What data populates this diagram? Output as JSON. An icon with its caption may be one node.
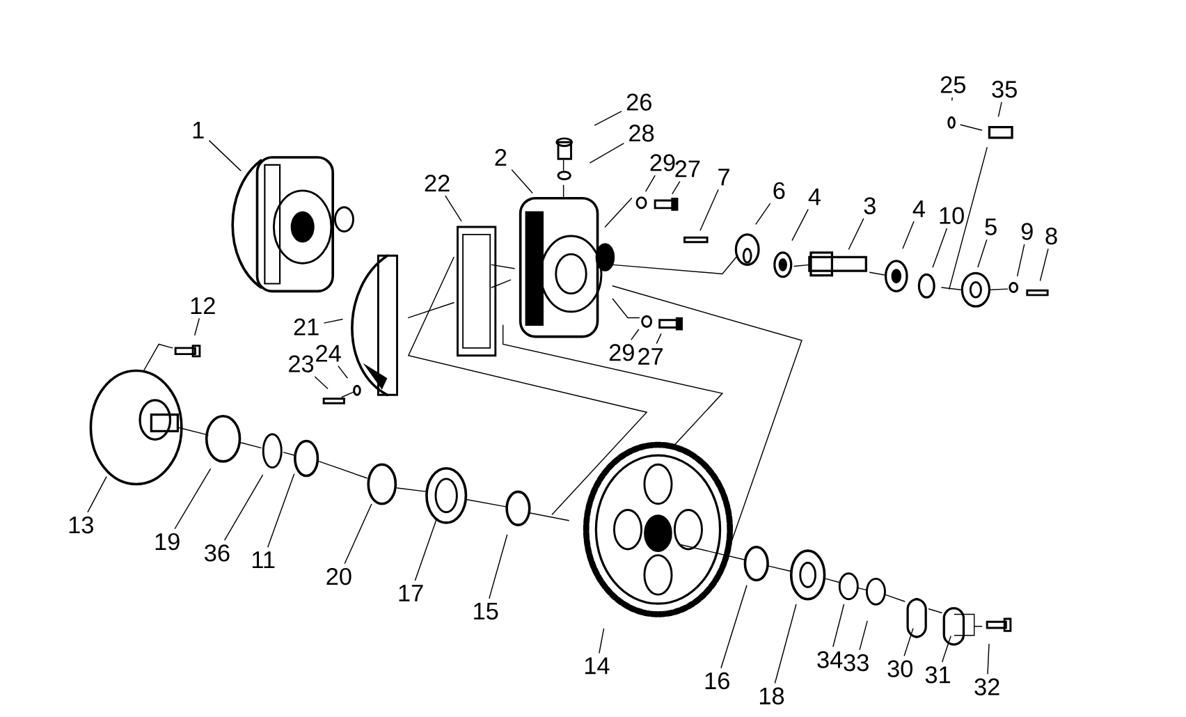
{
  "diagram": {
    "nodes": [
      {
        "text": [
          "25"
        ]
      },
      {
        "text": [
          "35"
        ]
      },
      {
        "text": [
          "26"
        ]
      },
      {
        "text": [
          "28"
        ]
      },
      {
        "text": [
          "1"
        ]
      },
      {
        "text": [
          "29"
        ]
      },
      {
        "text": [
          "27"
        ]
      },
      {
        "text": [
          "22"
        ]
      },
      {
        "text": [
          "2"
        ]
      },
      {
        "text": [
          "7"
        ]
      },
      {
        "text": [
          "6"
        ]
      },
      {
        "text": [
          "4"
        ]
      },
      {
        "text": [
          "3"
        ]
      },
      {
        "text": [
          "4"
        ]
      },
      {
        "text": [
          "10"
        ]
      },
      {
        "text": [
          "5"
        ]
      },
      {
        "text": [
          "9"
        ]
      },
      {
        "text": [
          "8"
        ]
      },
      {
        "text": [
          "12"
        ]
      },
      {
        "text": [
          "21"
        ]
      },
      {
        "text": [
          "29"
        ]
      },
      {
        "text": [
          "27"
        ]
      },
      {
        "text": [
          "24"
        ]
      },
      {
        "text": [
          "23"
        ]
      },
      {
        "text": [
          "13"
        ]
      },
      {
        "text": [
          "19"
        ]
      },
      {
        "text": [
          "36"
        ]
      },
      {
        "text": [
          "11"
        ]
      },
      {
        "text": [
          "20"
        ]
      },
      {
        "text": [
          "17"
        ]
      },
      {
        "text": [
          "15"
        ]
      },
      {
        "text": [
          "14"
        ]
      },
      {
        "text": [
          "16"
        ]
      },
      {
        "text": [
          "18"
        ]
      },
      {
        "text": [
          "34"
        ]
      },
      {
        "text": [
          "33"
        ]
      },
      {
        "text": [
          "30"
        ]
      },
      {
        "text": [
          "31"
        ]
      },
      {
        "text": [
          "32"
        ]
      }
    ],
    "edges": [
      {
        "from": 0,
        "to": null,
        "arrow": "none"
      },
      {
        "from": 1,
        "to": null,
        "arrow": "none"
      },
      {
        "from": 2,
        "to": null,
        "arrow": "none"
      },
      {
        "from": 3,
        "to": null,
        "arrow": "none"
      },
      {
        "from": 4,
        "to": null,
        "arrow": "none"
      },
      {
        "from": 5,
        "to": null,
        "arrow": "none"
      },
      {
        "from": 6,
        "to": null,
        "arrow": "none"
      },
      {
        "from": 7,
        "to": null,
        "arrow": "none"
      },
      {
        "from": 8,
        "to": null,
        "arrow": "none"
      },
      {
        "from": 9,
        "to": null,
        "arrow": "none"
      },
      {
        "from": 10,
        "to": null,
        "arrow": "none"
      },
      {
        "from": 11,
        "to": null,
        "arrow": "none"
      },
      {
        "from": 12,
        "to": null,
        "arrow": "none"
      },
      {
        "from": 13,
        "to": null,
        "arrow": "none"
      },
      {
        "from": 14,
        "to": null,
        "arrow": "none"
      },
      {
        "from": 15,
        "to": null,
        "arrow": "none"
      },
      {
        "from": 16,
        "to": null,
        "arrow": "none"
      },
      {
        "from": 17,
        "to": null,
        "arrow": "none"
      },
      {
        "from": 18,
        "to": null,
        "arrow": "none"
      },
      {
        "from": 19,
        "to": null,
        "arrow": "none"
      },
      {
        "from": 20,
        "to": null,
        "arrow": "none"
      },
      {
        "from": 21,
        "to": null,
        "arrow": "none"
      },
      {
        "from": 22,
        "to": null,
        "arrow": "none"
      },
      {
        "from": 23,
        "to": null,
        "arrow": "none"
      },
      {
        "from": 24,
        "to": null,
        "arrow": "none"
      },
      {
        "from": 25,
        "to": null,
        "arrow": "none"
      },
      {
        "from": 26,
        "to": null,
        "arrow": "none"
      },
      {
        "from": 27,
        "to": null,
        "arrow": "none"
      },
      {
        "from": 28,
        "to": null,
        "arrow": "none"
      },
      {
        "from": 29,
        "to": null,
        "arrow": "none"
      },
      {
        "from": 30,
        "to": null,
        "arrow": "none"
      },
      {
        "from": 31,
        "to": null,
        "arrow": "none"
      },
      {
        "from": 32,
        "to": null,
        "arrow": "none"
      },
      {
        "from": 33,
        "to": null,
        "arrow": "none"
      },
      {
        "from": 34,
        "to": null,
        "arrow": "none"
      },
      {
        "from": 35,
        "to": null,
        "arrow": "none"
      },
      {
        "from": 36,
        "to": null,
        "arrow": "none"
      },
      {
        "from": 37,
        "to": null,
        "arrow": "none"
      },
      {
        "from": 38,
        "to": null,
        "arrow": "none"
      }
    ]
  }
}
